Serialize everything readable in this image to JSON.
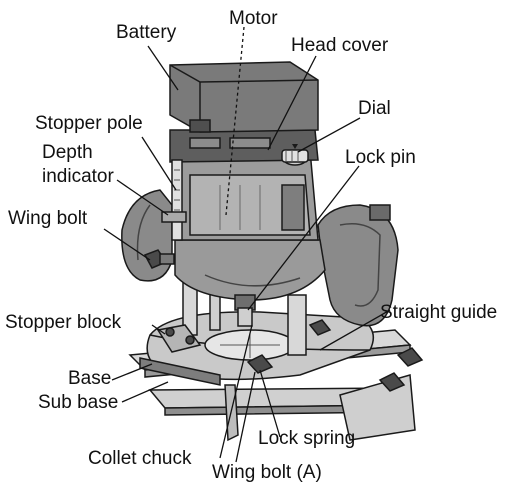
{
  "labels": {
    "battery": "Battery",
    "motor": "Motor",
    "head_cover": "Head cover",
    "dial": "Dial",
    "stopper_pole": "Stopper pole",
    "depth_indicator_line1": "Depth",
    "depth_indicator_line2": "indicator",
    "lock_pin": "Lock pin",
    "wing_bolt": "Wing bolt",
    "stopper_block": "Stopper block",
    "straight_guide": "Straight guide",
    "base": "Base",
    "sub_base": "Sub base",
    "lock_spring": "Lock spring",
    "collet_chuck": "Collet chuck",
    "wing_bolt_a": "Wing bolt (A)"
  },
  "colors": {
    "body_dark": "#5e5e5e",
    "body_mid": "#8a8a8a",
    "body_light": "#c4c4c4",
    "metal": "#d8d8d8",
    "outline": "#1a1a1a",
    "leader": "#111111"
  }
}
